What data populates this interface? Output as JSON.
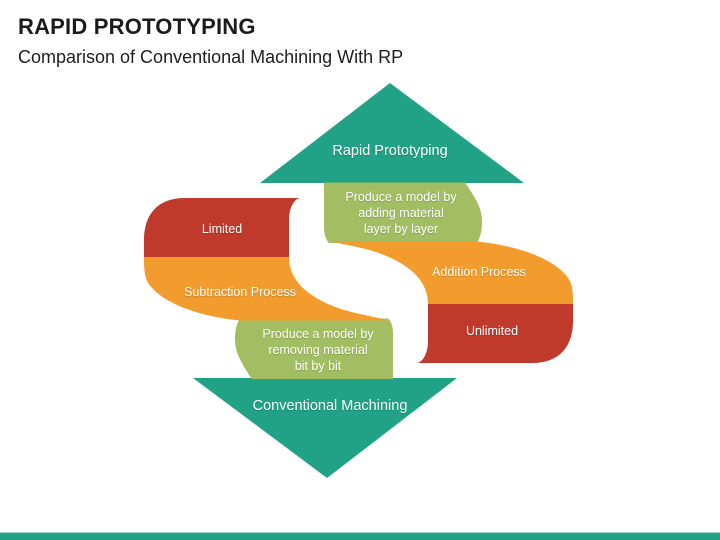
{
  "slide": {
    "title": "RAPID PROTOTYPING",
    "subtitle": "Comparison of Conventional Machining With RP"
  },
  "diagram": {
    "colors": {
      "teal": "#21A185",
      "red": "#C03A2B",
      "orange": "#F19C2C",
      "green": "#A2BD62",
      "label": "#FFFFFF"
    },
    "top_arrow_label": "Rapid Prototyping",
    "bottom_arrow_label": "Conventional Machining",
    "rp_bands": {
      "adding": "Produce a model by\nadding material\nlayer by layer",
      "addition": "Addition Process",
      "unlimited": "Unlimited"
    },
    "cm_bands": {
      "limited": "Limited",
      "subtraction": "Subtraction Process",
      "removing": "Produce a model by\nremoving material\nbit by bit"
    }
  },
  "footer": {
    "bar_color": "#21A185"
  }
}
